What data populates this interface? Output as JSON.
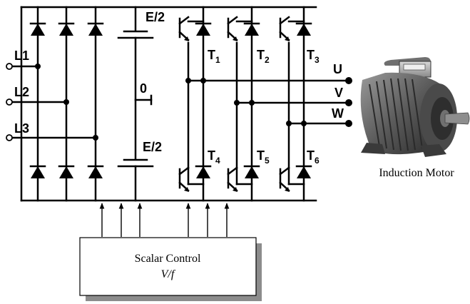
{
  "inputs": [
    "L1",
    "L2",
    "L3"
  ],
  "capacitor_top_label": "E/2",
  "capacitor_bottom_label": "E/2",
  "midpoint_label": "0",
  "switches": [
    {
      "letter": "T",
      "index": "1"
    },
    {
      "letter": "T",
      "index": "2"
    },
    {
      "letter": "T",
      "index": "3"
    },
    {
      "letter": "T",
      "index": "4"
    },
    {
      "letter": "T",
      "index": "5"
    },
    {
      "letter": "T",
      "index": "6"
    }
  ],
  "phases": [
    "U",
    "V",
    "W"
  ],
  "motor_label": "Induction Motor",
  "control": {
    "title": "Scalar Control",
    "subtitle": "V/f"
  }
}
